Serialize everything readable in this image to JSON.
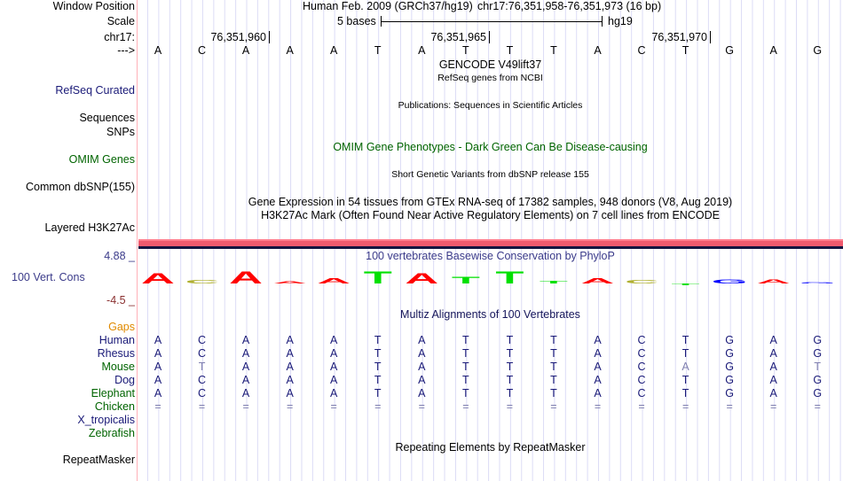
{
  "header": {
    "window_position_label": "Window Position",
    "scale_label": "Scale",
    "chrom_label": "chr17:",
    "strand_label": "--->",
    "assembly": "Human Feb. 2009 (GRCh37/hg19)",
    "position": "chr17:76,351,958-76,351,973 (16 bp)",
    "scale_text": "5 bases",
    "scale_db": "hg19",
    "ticks": [
      "76,351,960",
      "76,351,965",
      "76,351,970"
    ]
  },
  "bases": [
    "A",
    "C",
    "A",
    "A",
    "A",
    "T",
    "A",
    "T",
    "T",
    "T",
    "A",
    "C",
    "T",
    "G",
    "A",
    "G"
  ],
  "tracks": {
    "gencode_title": "GENCODE V49lift37",
    "refseq_sub": "RefSeq genes from NCBI",
    "refseq_label": "RefSeq Curated",
    "publications_title": "Publications: Sequences in Scientific Articles",
    "sequences_label": "Sequences",
    "snps_label": "SNPs",
    "omim_title": "OMIM Gene Phenotypes - Dark Green Can Be Disease-causing",
    "omim_label": "OMIM Genes",
    "dbsnp_title": "Short Genetic Variants from dbSNP release 155",
    "dbsnp_label": "Common dbSNP(155)",
    "gtex_title": "Gene Expression in 54 tissues from GTEx RNA-seq of 17382 samples, 948 donors (V8, Aug 2019)",
    "h3k_title": "H3K27Ac Mark (Often Found Near Active Regulatory Elements) on 7 cell lines from ENCODE",
    "h3k_label": "Layered H3K27Ac",
    "phylop_title": "100 vertebrates Basewise Conservation by PhyloP",
    "phylop_label": "100 Vert. Cons",
    "phylop_max": "4.88 _",
    "phylop_min": "-4.5 _",
    "multiz_title": "Multiz Alignments of 100 Vertebrates",
    "gaps_label": "Gaps",
    "repeat_title": "Repeating Elements by RepeatMasker",
    "repeat_label": "RepeatMasker"
  },
  "phylop_scores": [
    2.3,
    0.8,
    2.6,
    0.5,
    1.1,
    2.6,
    2.3,
    1.5,
    2.6,
    0.6,
    1.1,
    0.7,
    -0.4,
    0.9,
    0.9,
    0.2
  ],
  "species": [
    {
      "name": "Human",
      "color": "#1a1a78",
      "seq": [
        "A",
        "C",
        "A",
        "A",
        "A",
        "T",
        "A",
        "T",
        "T",
        "T",
        "A",
        "C",
        "T",
        "G",
        "A",
        "G"
      ]
    },
    {
      "name": "Rhesus",
      "color": "#1a1a78",
      "seq": [
        "A",
        "C",
        "A",
        "A",
        "A",
        "T",
        "A",
        "T",
        "T",
        "T",
        "A",
        "C",
        "T",
        "G",
        "A",
        "G"
      ]
    },
    {
      "name": "Mouse",
      "color": "#006400",
      "seq": [
        "A",
        "T",
        "A",
        "A",
        "A",
        "T",
        "A",
        "T",
        "T",
        "T",
        "A",
        "C",
        "A",
        "G",
        "A",
        "T"
      ]
    },
    {
      "name": "Dog",
      "color": "#1a1a78",
      "seq": [
        "A",
        "C",
        "A",
        "A",
        "A",
        "T",
        "A",
        "T",
        "T",
        "T",
        "A",
        "C",
        "T",
        "G",
        "A",
        "G"
      ]
    },
    {
      "name": "Elephant",
      "color": "#006400",
      "seq": [
        "A",
        "C",
        "A",
        "A",
        "A",
        "T",
        "A",
        "T",
        "T",
        "T",
        "A",
        "C",
        "T",
        "G",
        "A",
        "G"
      ]
    },
    {
      "name": "Chicken",
      "color": "#006400",
      "seq": [
        "=",
        "=",
        "=",
        "=",
        "=",
        "=",
        "=",
        "=",
        "=",
        "=",
        "=",
        "=",
        "=",
        "=",
        "=",
        "="
      ]
    },
    {
      "name": "X_tropicalis",
      "color": "#1a1a78",
      "seq": []
    },
    {
      "name": "Zebrafish",
      "color": "#006400",
      "seq": []
    }
  ],
  "mismatch_positions": {
    "Mouse": [
      1,
      12,
      15
    ]
  },
  "colors": {
    "A": "#ff0000",
    "C": "#b0b030",
    "G": "#0000ff",
    "T": "#00e000",
    "gaps": "#e08a00",
    "phylop_label": "#3b3b8a",
    "phylop_min": "#8a3030"
  }
}
